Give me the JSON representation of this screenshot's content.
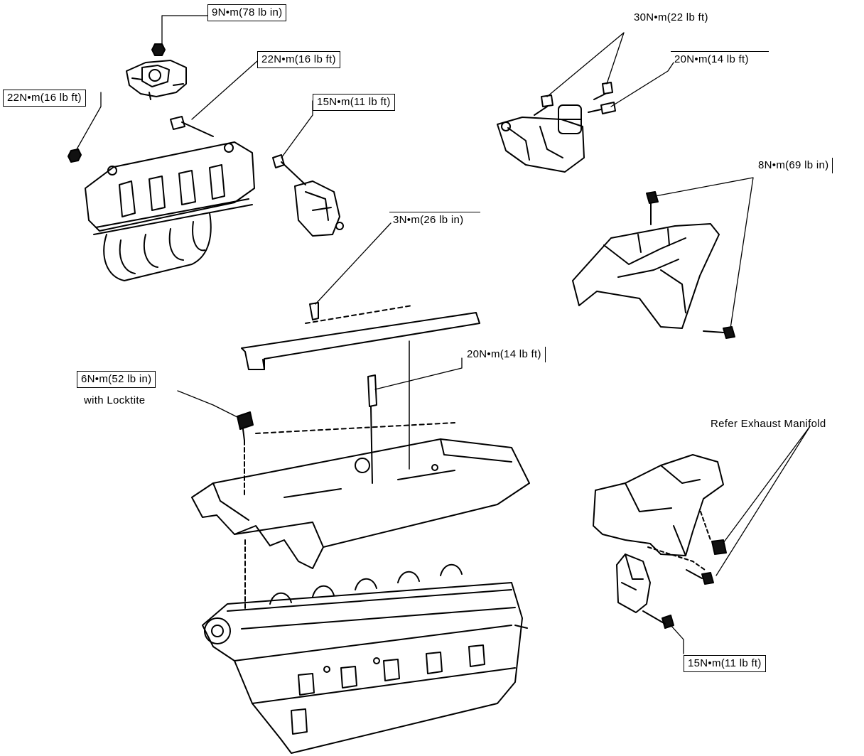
{
  "torque_labels": {
    "throttle_body_nut": "9N•m(78 lb in)",
    "intake_manifold_bolt": "22N•m(16 lb ft)",
    "intake_manifold_nut": "22N•m(16 lb ft)",
    "sensor_bolt_15": "15N•m(11 lb ft)",
    "egr_bolts_30": "30N•m(22 lb ft)",
    "egr_stud_20": "20N•m(14 lb ft)",
    "heat_shield_bolts": "8N•m(69 lb in)",
    "cover_bolt_3": "3N•m(26 lb in)",
    "spark_plug_20": "20N•m(14 lb ft)",
    "cam_cover_bolt_6": "6N•m(52 lb in)",
    "bracket_bolt_15": "15N•m(11 lb ft)"
  },
  "notes": {
    "locktite": "with Locktite",
    "refer_exhaust": "Refer Exhaust Manifold"
  }
}
